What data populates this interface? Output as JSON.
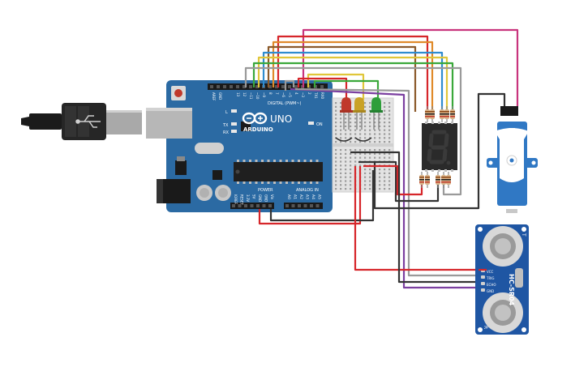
{
  "board": {
    "name": "ARDUINO",
    "model": "UNO",
    "on_label": "ON",
    "header_digital": "DIGITAL (PWM~)",
    "header_power": "POWER",
    "header_analog": "ANALOG IN",
    "tx": "TX",
    "rx": "RX",
    "l": "L",
    "aref": "AREF",
    "gnd": "GND",
    "pins_digital": [
      "13",
      "12",
      "~11",
      "~10",
      "~9",
      "8",
      "7",
      "~6",
      "~5",
      "4",
      "~3",
      "2",
      "TX1",
      "RX0"
    ],
    "pins_power": [
      "IOREF",
      "RESET",
      "3.3V",
      "5V",
      "GND",
      "GND",
      "Vin"
    ],
    "pins_analog": [
      "A0",
      "A1",
      "A2",
      "A3",
      "A4",
      "A5"
    ]
  },
  "sensor": {
    "model": "HC-SR04",
    "pins": [
      "VCC",
      "TRIG",
      "ECHO",
      "GND"
    ],
    "letters": [
      "T",
      "R"
    ]
  },
  "display": {
    "digit": "8"
  },
  "colors": {
    "board": "#2b6aa3",
    "wire_red": "#d6262a",
    "wire_black": "#333333",
    "wire_purple": "#7b3fa0",
    "wire_gray": "#9a9a9a",
    "wire_brown": "#8b5a2b",
    "wire_pink": "#c8347d",
    "wire_yellow": "#e0c63a",
    "wire_green": "#3aa83a",
    "wire_orange": "#e08a2a",
    "wire_blue": "#2f8ccf",
    "led_red": "#c0392b",
    "led_yellow": "#c9a227",
    "led_green": "#2e9e3a"
  }
}
